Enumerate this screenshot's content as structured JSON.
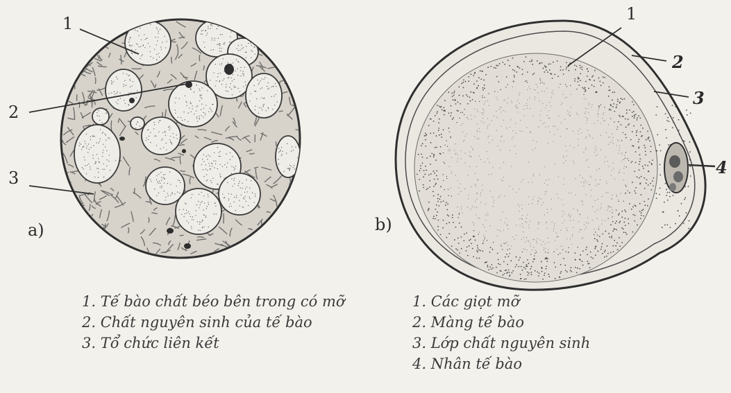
{
  "figure_a": {
    "panel_label": "a)",
    "callouts": [
      "1",
      "2",
      "3"
    ],
    "legend": [
      "1. Tế bào chất béo bên trong có mỡ",
      "2. Chất nguyên sinh của tế bào",
      "3. Tổ chức liên kết"
    ]
  },
  "figure_b": {
    "panel_label": "b)",
    "callouts": [
      "1",
      "2",
      "3",
      "4"
    ],
    "legend": [
      "1. Các giọt mỡ",
      "2. Màng tế bào",
      "3. Lớp chất nguyên sinh",
      "4. Nhân tế bào"
    ]
  }
}
